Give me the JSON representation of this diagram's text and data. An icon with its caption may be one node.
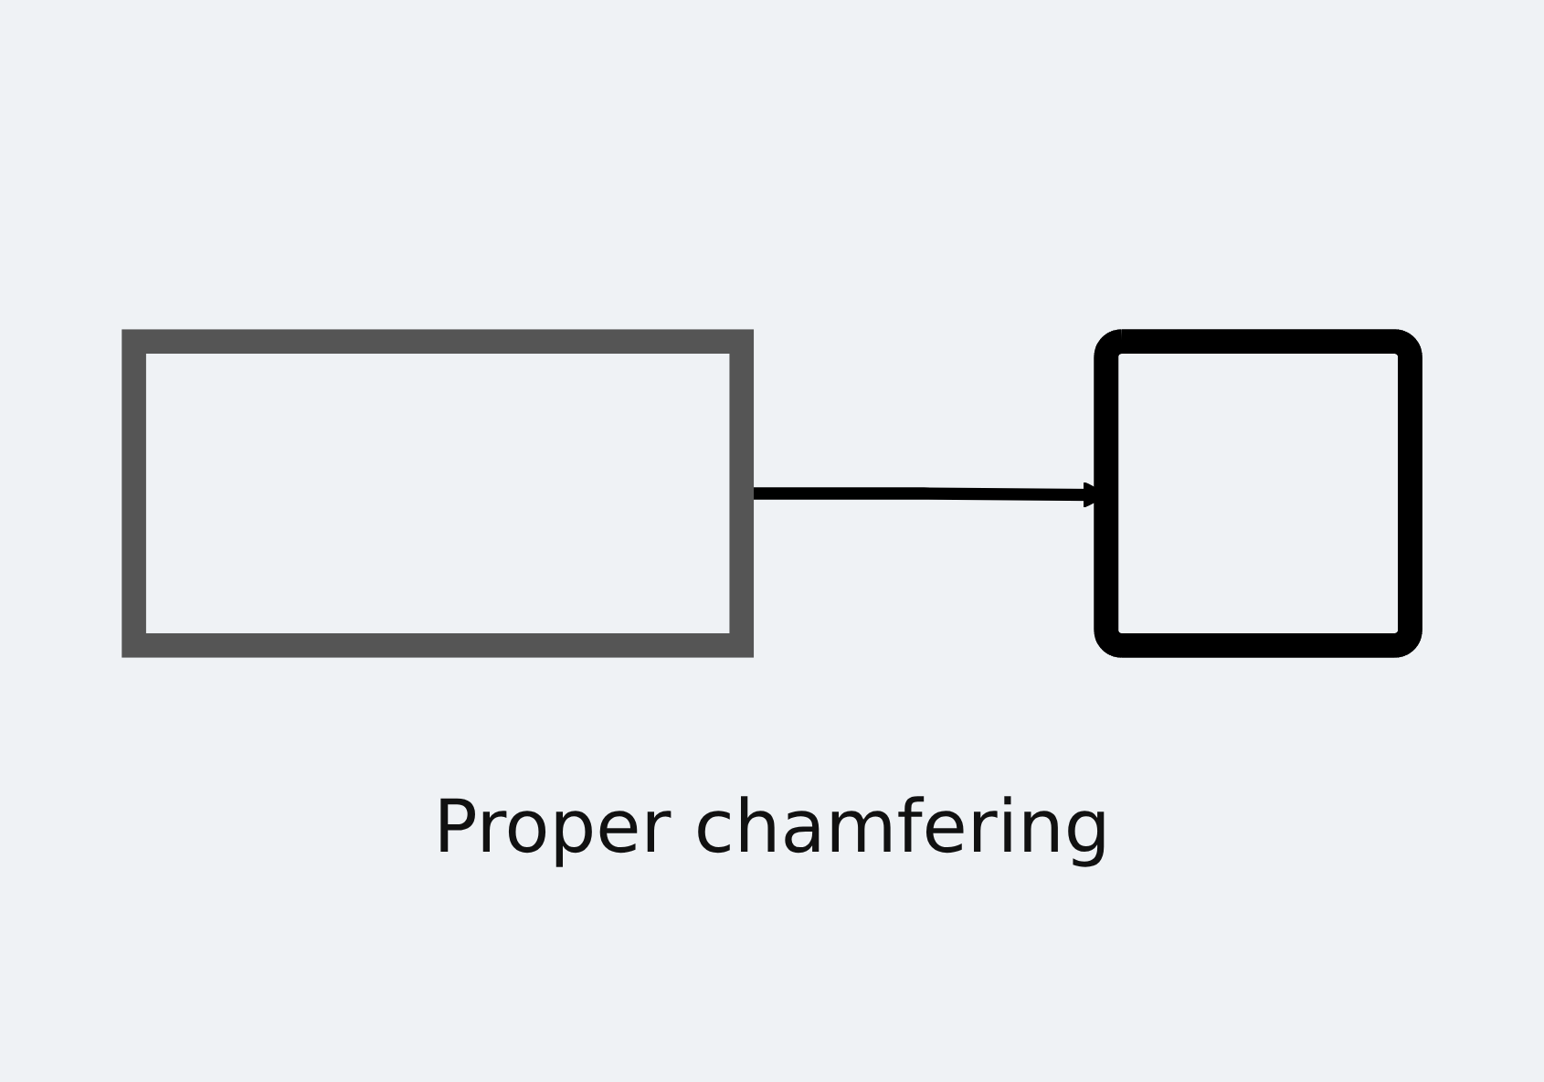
{
  "diagram": {
    "caption": "Proper chamfering",
    "nodes": [
      {
        "text": [],
        "shape": "square"
      },
      {
        "text": [],
        "shape": "rounded"
      }
    ],
    "edges": [
      {
        "from": 0,
        "to": 1,
        "arrow": "to"
      }
    ]
  }
}
